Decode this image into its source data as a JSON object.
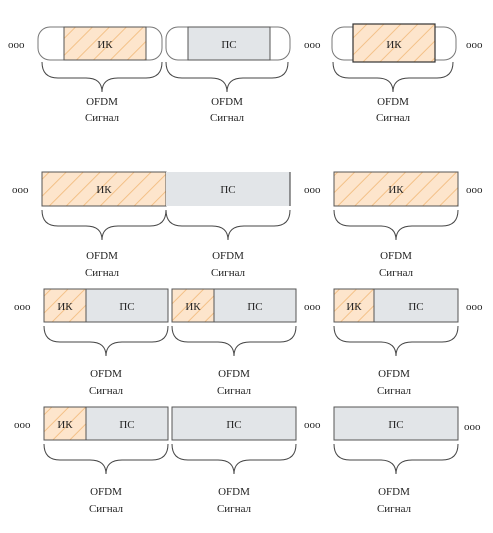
{
  "ellipsis": "ooo",
  "ik_label": "ИК",
  "ps_label": "ПС",
  "ofdm_line1": "OFDM",
  "ofdm_line2": "Сигнал",
  "colors": {
    "ik_fill": "#fde5cc",
    "ik_hatch": "#f3c188",
    "ps_fill": "#e2e5e8",
    "stroke": "#555555",
    "brace": "#444444"
  }
}
